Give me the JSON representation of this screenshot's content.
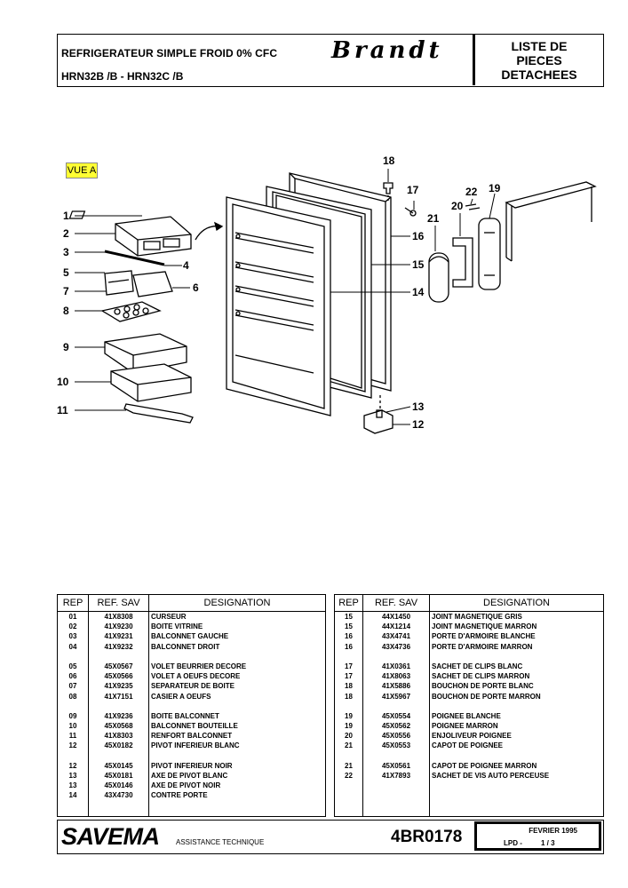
{
  "header": {
    "title_line1": "REFRIGERATEUR SIMPLE FROID 0% CFC",
    "title_line2": "HRN32B /B - HRN32C /B",
    "brand": "Brandt",
    "doc_type": [
      "LISTE DE",
      "PIECES",
      "DETACHEES"
    ]
  },
  "diagram": {
    "view_label": "VUE A",
    "callouts": [
      "1",
      "2",
      "3",
      "4",
      "5",
      "6",
      "7",
      "8",
      "9",
      "10",
      "11",
      "12",
      "13",
      "14",
      "15",
      "16",
      "17",
      "18",
      "19",
      "20",
      "21",
      "22"
    ]
  },
  "table_headers": {
    "rep": "REP",
    "ref": "REF. SAV",
    "designation": "DESIGNATION"
  },
  "parts_left": [
    {
      "rep": "01",
      "ref": "41X8308",
      "designation": "CURSEUR"
    },
    {
      "rep": "02",
      "ref": "41X9230",
      "designation": "BOITE VITRINE"
    },
    {
      "rep": "03",
      "ref": "41X9231",
      "designation": "BALCONNET GAUCHE"
    },
    {
      "rep": "04",
      "ref": "41X9232",
      "designation": "BALCONNET DROIT"
    },
    {
      "rep": "",
      "ref": "",
      "designation": ""
    },
    {
      "rep": "05",
      "ref": "45X0567",
      "designation": "VOLET BEURRIER DECORE"
    },
    {
      "rep": "06",
      "ref": "45X0566",
      "designation": "VOLET A OEUFS DECORE"
    },
    {
      "rep": "07",
      "ref": "41X9235",
      "designation": "SEPARATEUR DE BOITE"
    },
    {
      "rep": "08",
      "ref": "41X7151",
      "designation": "CASIER A OEUFS"
    },
    {
      "rep": "",
      "ref": "",
      "designation": ""
    },
    {
      "rep": "09",
      "ref": "41X9236",
      "designation": "BOITE BALCONNET"
    },
    {
      "rep": "10",
      "ref": "45X0568",
      "designation": "BALCONNET BOUTEILLE"
    },
    {
      "rep": "11",
      "ref": "41X8303",
      "designation": "RENFORT BALCONNET"
    },
    {
      "rep": "12",
      "ref": "45X0182",
      "designation": "PIVOT INFERIEUR BLANC"
    },
    {
      "rep": "",
      "ref": "",
      "designation": ""
    },
    {
      "rep": "12",
      "ref": "45X0145",
      "designation": "PIVOT INFERIEUR  NOIR"
    },
    {
      "rep": "13",
      "ref": "45X0181",
      "designation": "AXE DE PIVOT BLANC"
    },
    {
      "rep": "13",
      "ref": "45X0146",
      "designation": "AXE DE PIVOT NOIR"
    },
    {
      "rep": "14",
      "ref": "43X4730",
      "designation": "CONTRE PORTE"
    }
  ],
  "parts_right": [
    {
      "rep": "15",
      "ref": "44X1450",
      "designation": "JOINT MAGNETIQUE GRIS"
    },
    {
      "rep": "15",
      "ref": "44X1214",
      "designation": "JOINT MAGNETIQUE MARRON"
    },
    {
      "rep": "16",
      "ref": "43X4741",
      "designation": "PORTE D'ARMOIRE BLANCHE"
    },
    {
      "rep": "16",
      "ref": "43X4736",
      "designation": "PORTE D'ARMOIRE MARRON"
    },
    {
      "rep": "",
      "ref": "",
      "designation": ""
    },
    {
      "rep": "17",
      "ref": "41X0361",
      "designation": "SACHET DE CLIPS BLANC"
    },
    {
      "rep": "17",
      "ref": "41X8063",
      "designation": "SACHET DE CLIPS MARRON"
    },
    {
      "rep": "18",
      "ref": "41X5886",
      "designation": "BOUCHON DE PORTE BLANC"
    },
    {
      "rep": "18",
      "ref": "41X5967",
      "designation": "BOUCHON DE PORTE MARRON"
    },
    {
      "rep": "",
      "ref": "",
      "designation": ""
    },
    {
      "rep": "19",
      "ref": "45X0554",
      "designation": "POIGNEE BLANCHE"
    },
    {
      "rep": "19",
      "ref": "45X0562",
      "designation": "POIGNEE MARRON"
    },
    {
      "rep": "20",
      "ref": "45X0556",
      "designation": "ENJOLIVEUR POIGNEE"
    },
    {
      "rep": "21",
      "ref": "45X0553",
      "designation": "CAPOT DE POIGNEE"
    },
    {
      "rep": "",
      "ref": "",
      "designation": ""
    },
    {
      "rep": "21",
      "ref": "45X0561",
      "designation": "CAPOT DE POIGNEE MARRON"
    },
    {
      "rep": "22",
      "ref": "41X7893",
      "designation": "SACHET DE VIS AUTO PERCEUSE"
    }
  ],
  "footer": {
    "company": "SAVEMA",
    "tagline": "ASSISTANCE TECHNIQUE",
    "doc_code": "4BR0178",
    "date": "FEVRIER 1995",
    "lpd": "LPD -",
    "page": "1 / 3"
  },
  "colors": {
    "view_label_bg": "#ffff33"
  }
}
